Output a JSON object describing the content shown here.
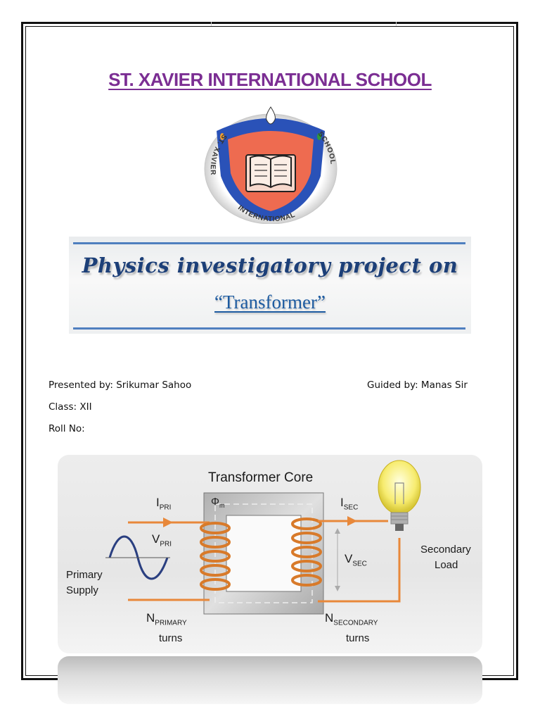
{
  "school_name": "ST. XAVIER INTERNATIONAL SCHOOL",
  "crest": {
    "ring_text_left": "ST. XAVIER",
    "ring_text_bottom": "INTERNATIONAL",
    "ring_text_right": "SCHOOL"
  },
  "banner": {
    "title": "Physics investigatory project on",
    "subtitle": "“Transformer”"
  },
  "info": {
    "presented_by": "Presented by: Srikumar Sahoo",
    "guided_by": "Guided by: Manas Sir",
    "class": "Class: XII",
    "roll_no": "Roll No:"
  },
  "diagram": {
    "core_label": "Transformer Core",
    "flux_symbol": "Φ",
    "flux_sub": "m",
    "i_pri": "I",
    "i_pri_sub": "PRI",
    "v_pri": "V",
    "v_pri_sub": "PRI",
    "i_sec": "I",
    "i_sec_sub": "SEC",
    "v_sec": "V",
    "v_sec_sub": "SEC",
    "primary_supply_1": "Primary",
    "primary_supply_2": "Supply",
    "secondary_load_1": "Secondary",
    "secondary_load_2": "Load",
    "n_primary": "N",
    "n_primary_sub": "PRIMARY",
    "n_primary_turns": "turns",
    "n_secondary": "N",
    "n_secondary_sub": "SECONDARY",
    "n_secondary_turns": "turns"
  },
  "colors": {
    "title_purple": "#7b2e93",
    "banner_blue": "#1c3f78",
    "rule_blue": "#4f7fbf",
    "copper": "#e8883a"
  }
}
